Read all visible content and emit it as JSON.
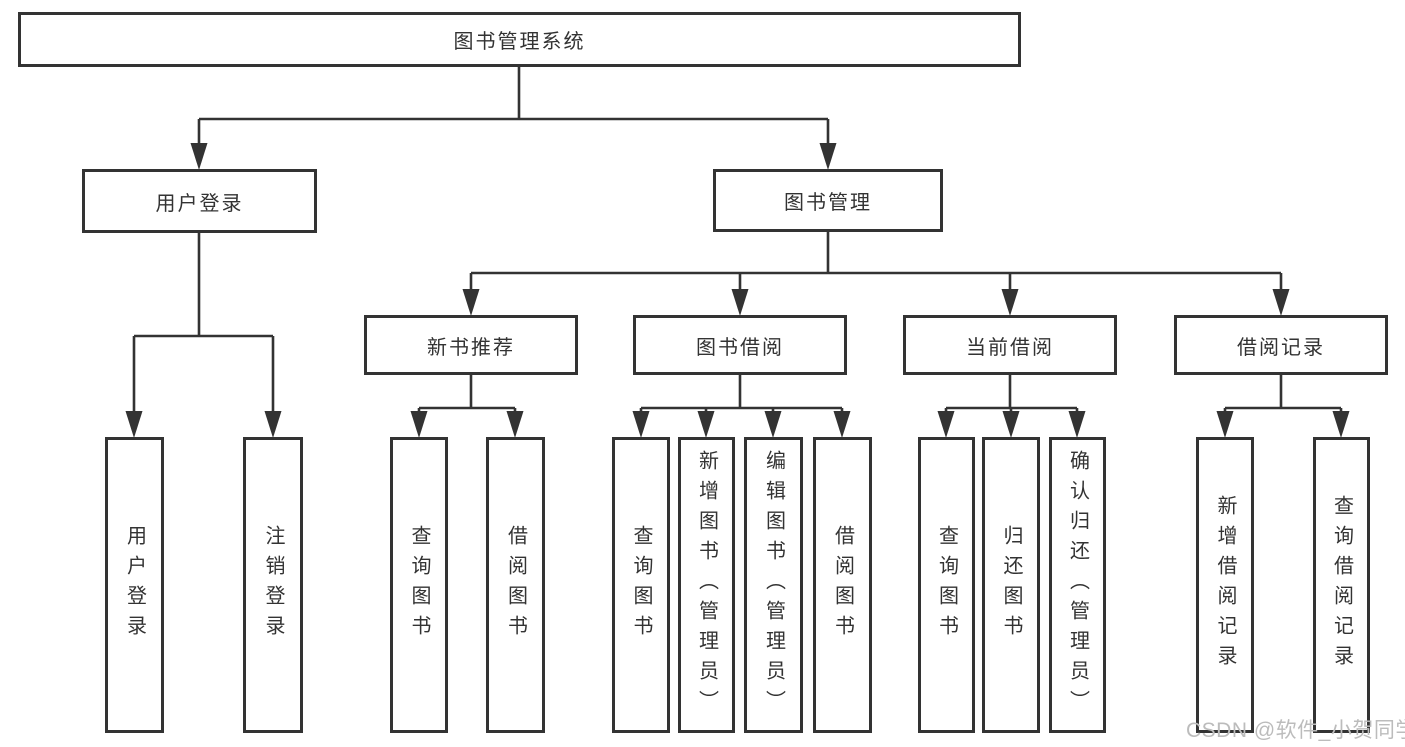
{
  "tree": {
    "root": {
      "label": "图书管理系统"
    },
    "branches": [
      {
        "label": "用户登录",
        "children": [
          {
            "label": "用户登录"
          },
          {
            "label": "注销登录"
          }
        ]
      },
      {
        "label": "图书管理",
        "children": [
          {
            "label": "新书推荐",
            "children": [
              {
                "label": "查询图书"
              },
              {
                "label": "借阅图书"
              }
            ]
          },
          {
            "label": "图书借阅",
            "children": [
              {
                "label": "查询图书"
              },
              {
                "label": "新增图书（管理员）"
              },
              {
                "label": "编辑图书（管理员）"
              },
              {
                "label": "借阅图书"
              }
            ]
          },
          {
            "label": "当前借阅",
            "children": [
              {
                "label": "查询图书"
              },
              {
                "label": "归还图书"
              },
              {
                "label": "确认归还（管理员）"
              }
            ]
          },
          {
            "label": "借阅记录",
            "children": [
              {
                "label": "新增借阅记录"
              },
              {
                "label": "查询借阅记录"
              }
            ]
          }
        ]
      }
    ]
  },
  "watermark": {
    "text": "CSDN @软件_小贺同学"
  },
  "colors": {
    "line": "#333333",
    "box_border": "#333333",
    "text": "#333333",
    "background": "#ffffff",
    "watermark": "#bcbcbc"
  }
}
